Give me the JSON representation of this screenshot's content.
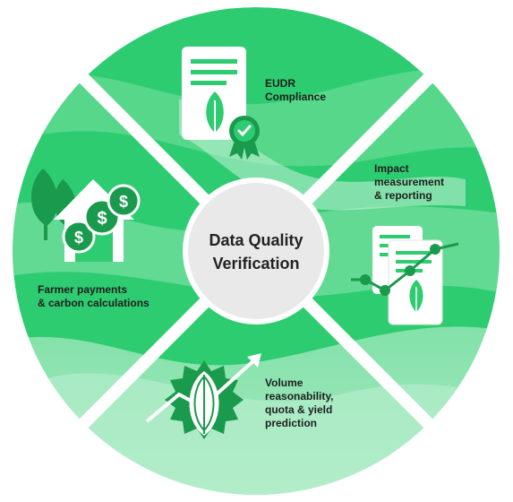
{
  "center": {
    "line1": "Data Quality",
    "line2": "Verification"
  },
  "segments": {
    "eudr": {
      "line1": "EUDR",
      "line2": "Compliance",
      "icon": "document-leaf-badge-icon"
    },
    "impact": {
      "line1": "Impact",
      "line2": "measurement",
      "line3": "& reporting",
      "icon": "reports-trend-icon"
    },
    "volume": {
      "line1": "Volume",
      "line2": "reasonability,",
      "line3": "quota & yield",
      "line4": "prediction",
      "icon": "cocoa-pod-growth-icon"
    },
    "farmer": {
      "line1": "Farmer payments",
      "line2": "& carbon calculations",
      "icon": "house-dollar-coins-icon"
    }
  },
  "colors": {
    "ring_green": "#2ecc71",
    "ring_light": "#8de3ad",
    "ring_pale": "#c5f0d4",
    "dark_green": "#1a9a4c",
    "center_fill": "#e9e9e9"
  }
}
